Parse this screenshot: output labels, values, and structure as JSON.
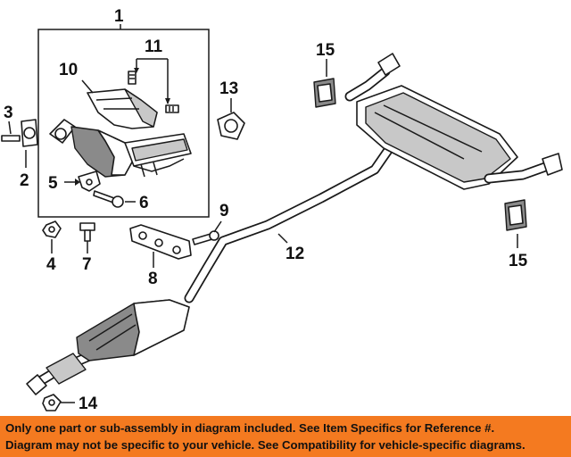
{
  "colors": {
    "footer_bg": "#f47a20",
    "footer_text": "#111111",
    "line": "#1a1a1a"
  },
  "callouts": [
    "1",
    "11",
    "10",
    "3",
    "2",
    "5",
    "6",
    "13",
    "15",
    "9",
    "4",
    "7",
    "8",
    "12",
    "15",
    "14"
  ],
  "footer": {
    "line1": "Only one part or sub-assembly in diagram included. See Item Specifics for Reference #.",
    "line2": "Diagram may not be specific to your vehicle. See Compatibility for vehicle-specific diagrams."
  }
}
